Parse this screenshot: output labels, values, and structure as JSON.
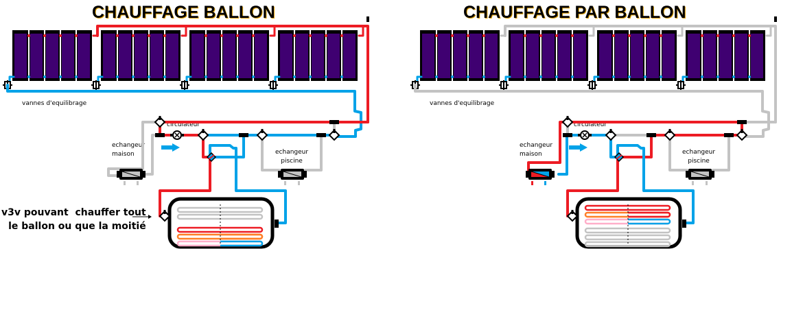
{
  "colors": {
    "hot": "#ed1c24",
    "cold": "#00a2e8",
    "idle": "#c3c3c3",
    "panel": "#3f0071",
    "frame": "#000000",
    "orange": "#ff7f27",
    "pink": "#ffaec9"
  },
  "diagrams": [
    {
      "title": "CHAUFFAGE BALLON",
      "labels": {
        "balancing_valves": "vannes d'equilibrage",
        "pump": "circulateur",
        "house_exchanger": "echangeur\nmaison",
        "pool_exchanger": "echangeur\npiscine"
      },
      "note": "v3v pouvant  chauffer tout\nle ballon ou que la moitié",
      "mode": "tank-heating"
    },
    {
      "title": "CHAUFFAGE PAR BALLON",
      "labels": {
        "balancing_valves": "vannes d'equilibrage",
        "pump": "circulateur",
        "house_exchanger": "echangeur\nmaison",
        "pool_exchanger": "echangeur\npiscine"
      },
      "mode": "heating-from-tank"
    }
  ],
  "panel_groups_per_diagram": 4,
  "panels_per_group": 5
}
